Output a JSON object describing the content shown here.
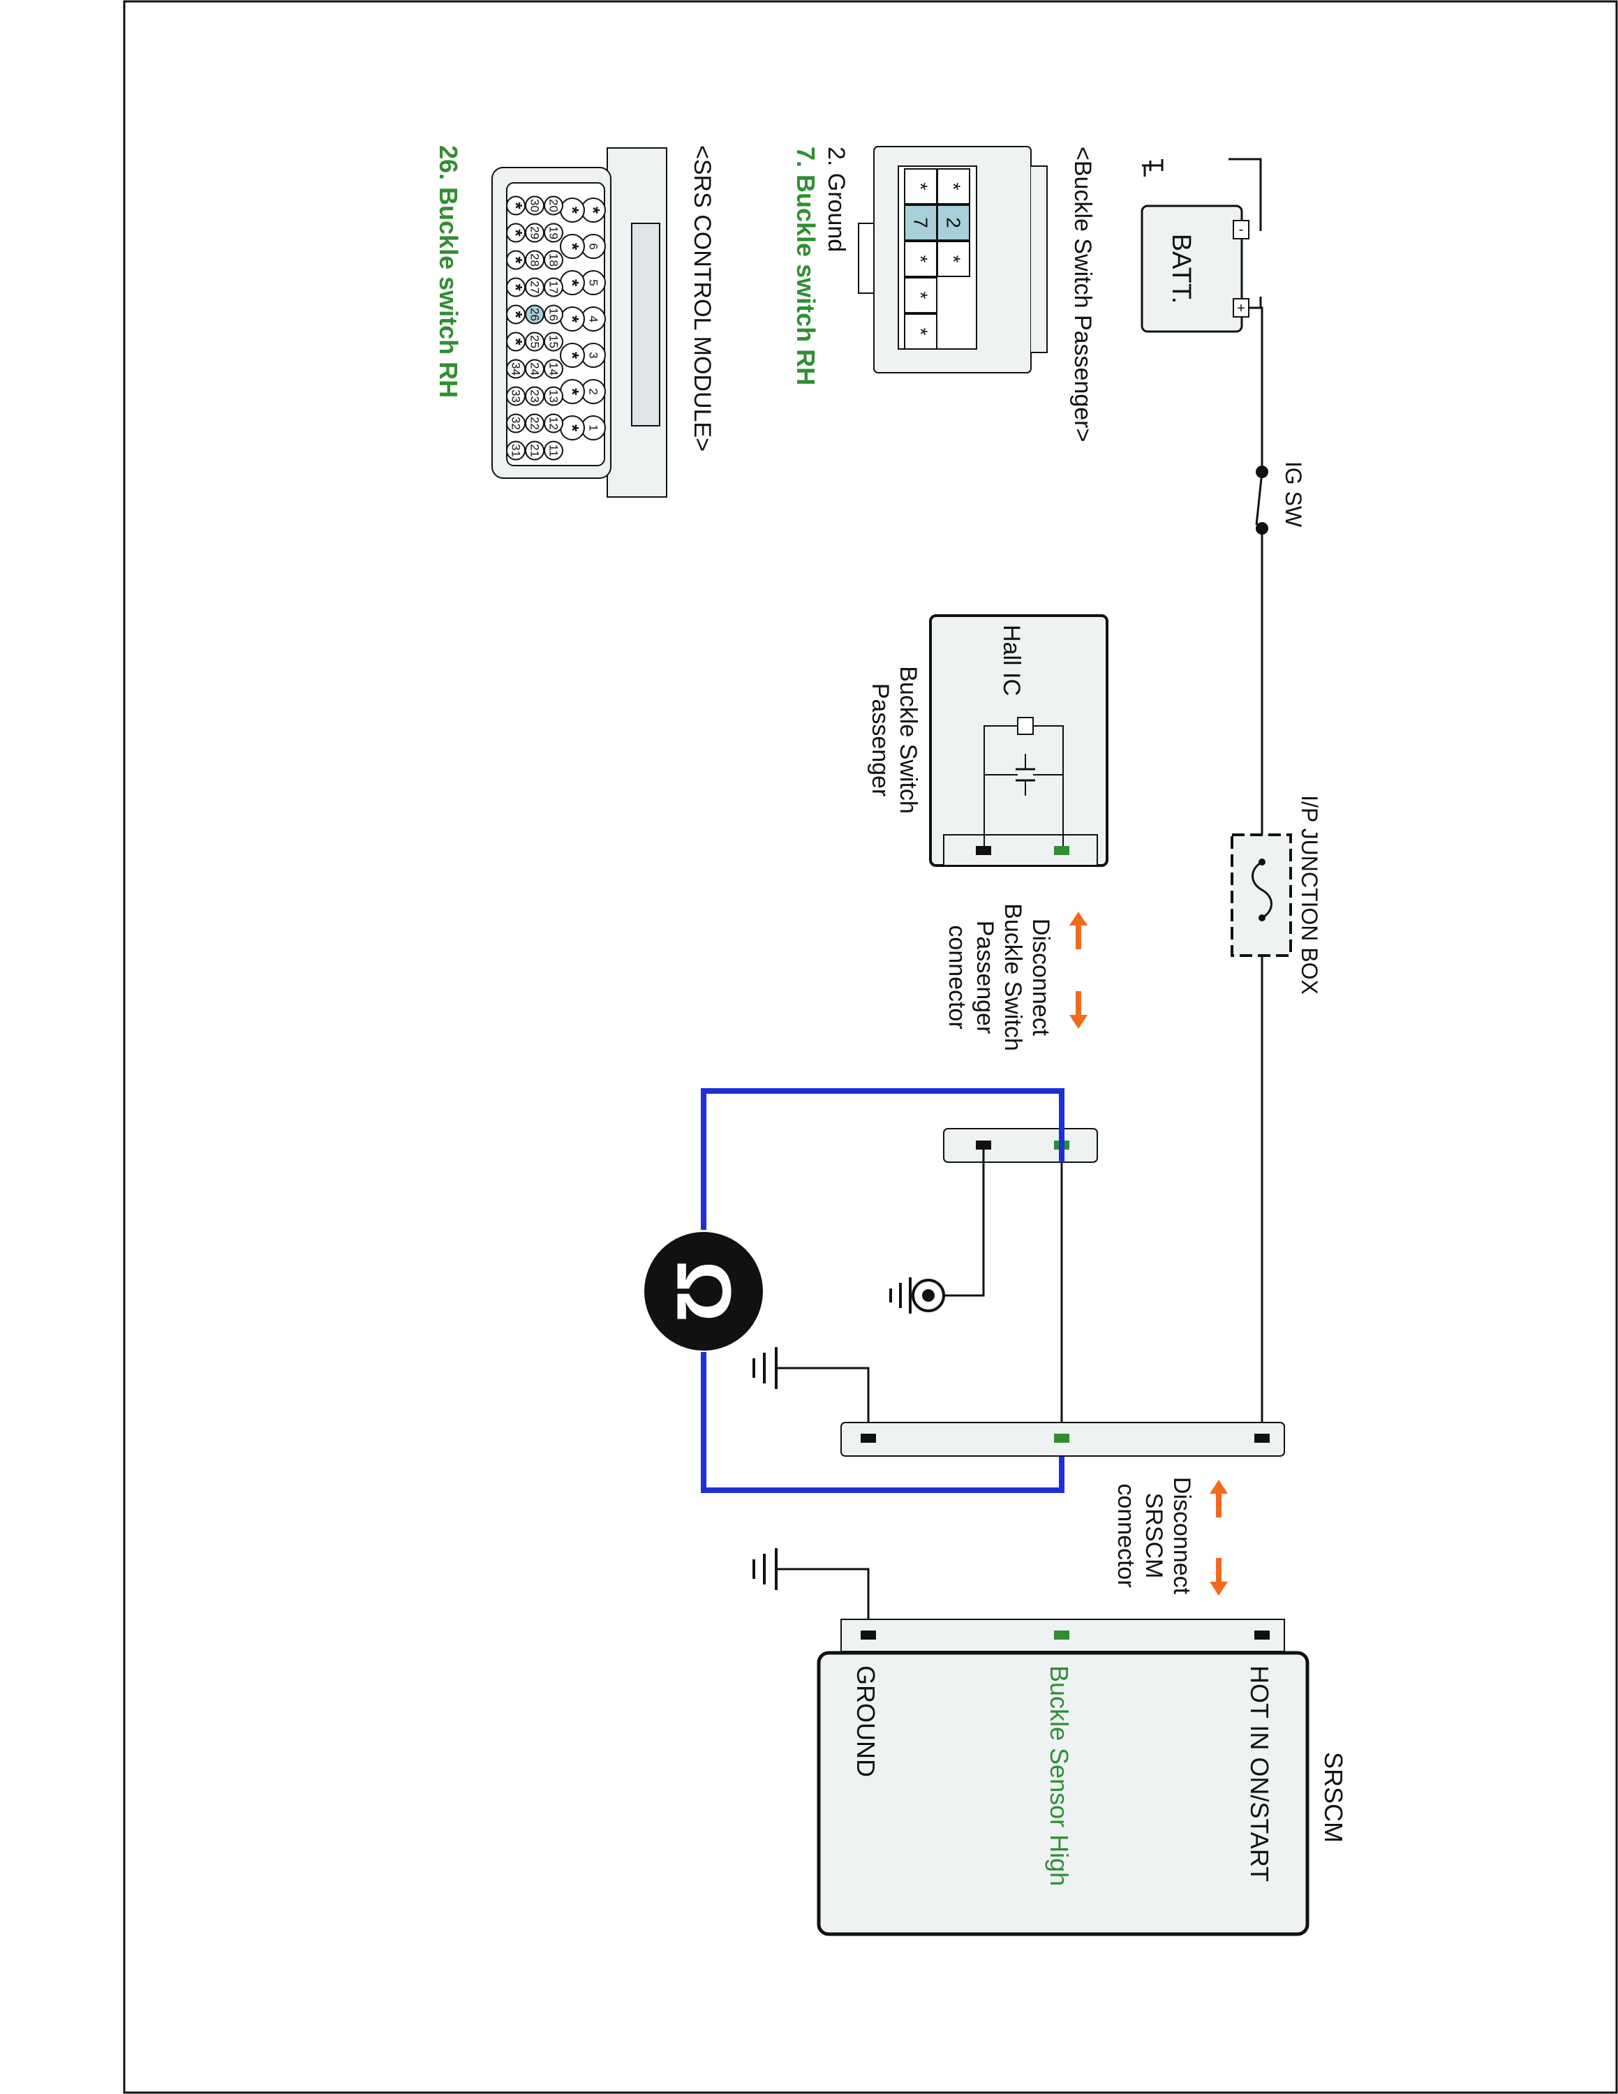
{
  "battery": {
    "label": "BATT.",
    "neg": "-",
    "pos": "+"
  },
  "ig_switch": {
    "label": "IG SW"
  },
  "junction_box": {
    "label": "I/P JUNCTION BOX"
  },
  "buckle_switch": {
    "inner_label": "Hall IC",
    "name_line1": "Buckle Switch",
    "name_line2": "Passenger"
  },
  "disconnect_buckle": {
    "line1": "Disconnect",
    "line2": "Buckle Switch",
    "line3": "Passenger",
    "line4": "connector"
  },
  "disconnect_srscm": {
    "line1": "Disconnect",
    "line2": "SRSCM",
    "line3": "connector"
  },
  "meter": {
    "symbol": "Ω"
  },
  "srscm": {
    "title": "SRSCM",
    "pin_hot": "HOT IN ON/START",
    "pin_buckle": "Buckle Sensor High",
    "pin_ground": "GROUND"
  },
  "buckle_connector": {
    "title": "<Buckle Switch Passenger>",
    "note_ground": "2. Ground",
    "note_buckle": "7. Buckle switch RH",
    "row_top": [
      "*",
      "2",
      "*",
      "",
      ""
    ],
    "row_bottom": [
      "*",
      "7",
      "*",
      "*",
      "*"
    ]
  },
  "srs_connector": {
    "title": "<SRS CONTROL MODULE>",
    "note": "26. Buckle switch RH",
    "row1": [
      "*",
      "6",
      "5",
      "4",
      "3",
      "2",
      "1"
    ],
    "row2": [
      "*",
      "*",
      "*",
      "*",
      "*",
      "*",
      "*"
    ],
    "row3": [
      "20",
      "19",
      "18",
      "17",
      "16",
      "15",
      "14",
      "13",
      "12",
      "11"
    ],
    "row4": [
      "30",
      "29",
      "28",
      "27",
      "26",
      "25",
      "24",
      "23",
      "22",
      "21"
    ],
    "row5": [
      "*",
      "*",
      "*",
      "*",
      "*",
      "*",
      "34",
      "33",
      "32",
      "31"
    ]
  },
  "colors": {
    "wire": "#111111",
    "signal": "#2f8f2f",
    "meter_lead": "#1f2fd8",
    "arrow": "#f26a1b",
    "pin_highlight": "#a9cfd8"
  }
}
